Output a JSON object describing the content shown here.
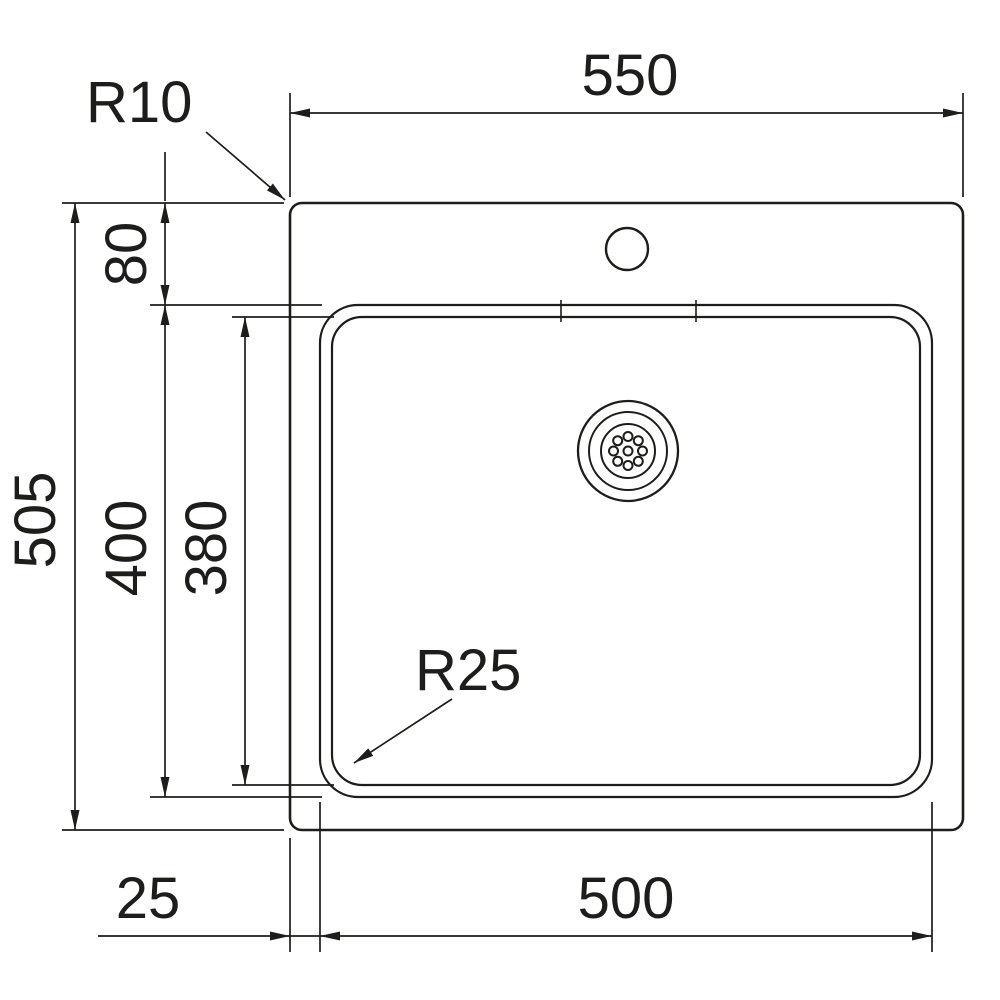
{
  "colors": {
    "background": "#ffffff",
    "line": "#1d1d1b"
  },
  "drawing": {
    "type": "technical-dimension-drawing",
    "subject": "kitchen sink top view with dimensions",
    "labels": {
      "overall_width": "550",
      "overall_depth": "505",
      "corner_radius_outer": "R10",
      "bowl_corner_radius": "R25",
      "deck_offset": "80",
      "bowl_depth_outer": "400",
      "bowl_depth_inner": "380",
      "edge_offset": "25",
      "bowl_width": "500"
    }
  }
}
